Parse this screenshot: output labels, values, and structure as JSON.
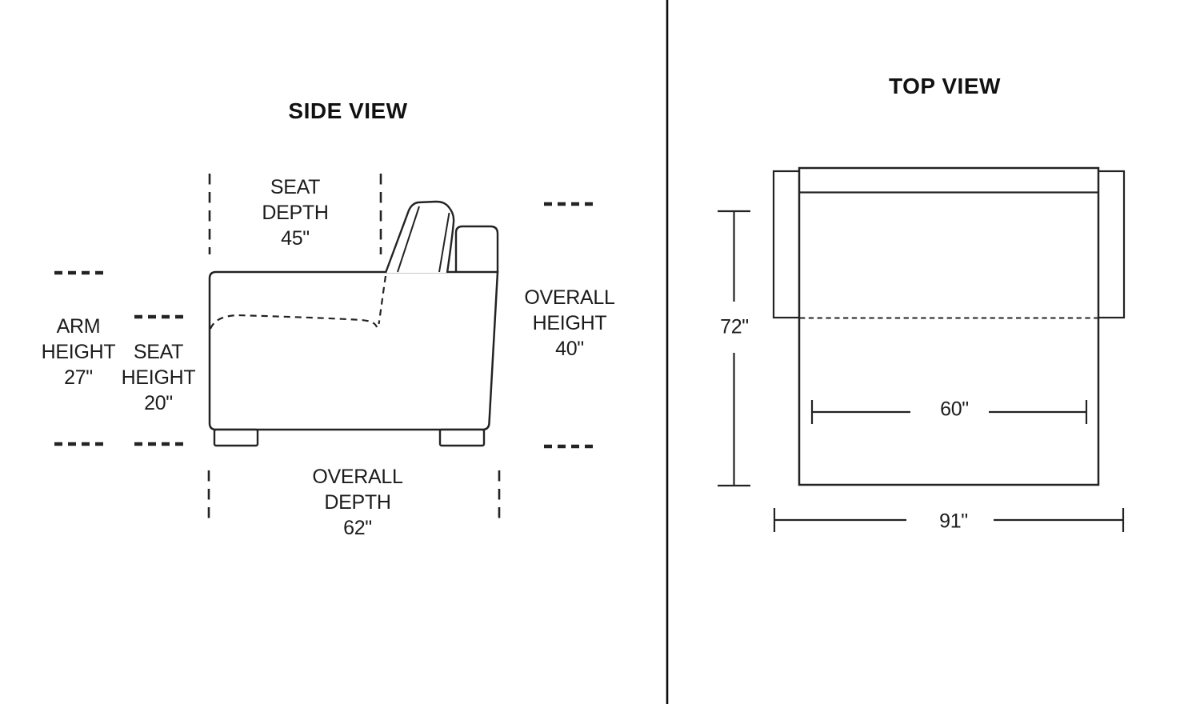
{
  "side_view": {
    "title": "SIDE VIEW",
    "labels": {
      "seat_depth": {
        "line1": "SEAT",
        "line2": "DEPTH",
        "value": "45\""
      },
      "arm_height": {
        "line1": "ARM",
        "line2": "HEIGHT",
        "value": "27\""
      },
      "seat_height": {
        "line1": "SEAT",
        "line2": "HEIGHT",
        "value": "20\""
      },
      "overall_height": {
        "line1": "OVERALL",
        "line2": "HEIGHT",
        "value": "40\""
      },
      "overall_depth": {
        "line1": "OVERALL",
        "line2": "DEPTH",
        "value": "62\""
      }
    }
  },
  "top_view": {
    "title": "TOP VIEW",
    "dimensions": {
      "depth": "72\"",
      "seat_width": "60\"",
      "overall_width": "91\""
    }
  },
  "colors": {
    "line": "#232323",
    "text": "#1c1c1c",
    "background": "#ffffff"
  }
}
